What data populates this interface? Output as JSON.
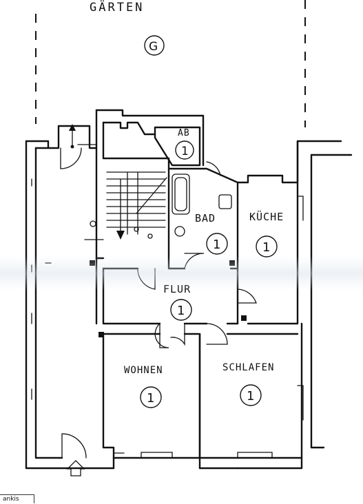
{
  "garden": {
    "label": "GÄRTEN",
    "unit": "G"
  },
  "rooms": {
    "ab": {
      "label": "AB",
      "unit": "1"
    },
    "bad": {
      "label": "BAD",
      "unit": "1"
    },
    "kueche": {
      "label": "KÜCHE",
      "unit": "1"
    },
    "flur": {
      "label": "FLUR",
      "unit": "1"
    },
    "wohnen": {
      "label": "WOHNEN",
      "unit": "1"
    },
    "schlafen": {
      "label": "SCHLAFEN",
      "unit": "1"
    }
  },
  "corner_note": "ankis"
}
